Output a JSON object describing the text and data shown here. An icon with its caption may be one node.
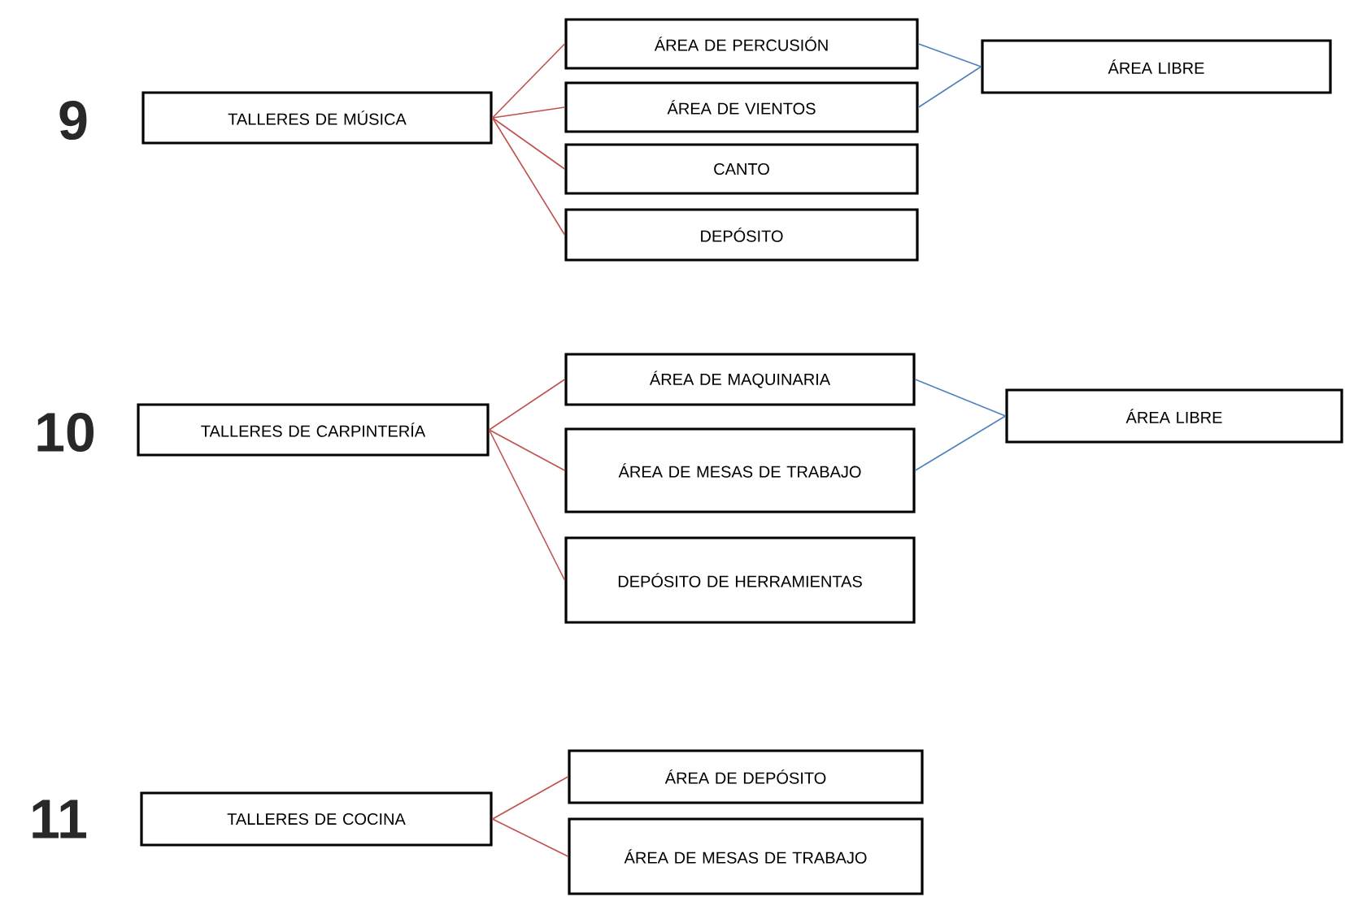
{
  "diagram": {
    "nodes": [
      {
        "text": [
          "TALLERES DE MÚSICA"
        ]
      },
      {
        "text": [
          "ÁREA DE PERCUSIÓN"
        ]
      },
      {
        "text": [
          "ÁREA DE VIENTOS"
        ]
      },
      {
        "text": [
          "CANTO"
        ]
      },
      {
        "text": [
          "DEPÓSITO"
        ]
      },
      {
        "text": [
          "ÁREA LIBRE"
        ]
      },
      {
        "text": [
          "TALLERES DE CARPINTERÍA"
        ]
      },
      {
        "text": [
          "ÁREA DE MAQUINARIA"
        ]
      },
      {
        "text": [
          "ÁREA DE MESAS DE TRABAJO"
        ]
      },
      {
        "text": [
          "DEPÓSITO DE HERRAMIENTAS"
        ]
      },
      {
        "text": [
          "ÁREA LIBRE"
        ]
      },
      {
        "text": [
          "TALLERES DE COCINA"
        ]
      },
      {
        "text": [
          "ÁREA DE DEPÓSITO"
        ]
      },
      {
        "text": [
          "ÁREA DE MESAS DE TRABAJO"
        ]
      }
    ],
    "edges": [
      {
        "from": 0,
        "to": 1,
        "arrow": "none"
      },
      {
        "from": 0,
        "to": 2,
        "arrow": "none"
      },
      {
        "from": 0,
        "to": 3,
        "arrow": "none"
      },
      {
        "from": 0,
        "to": 4,
        "arrow": "none"
      },
      {
        "from": 1,
        "to": 5,
        "arrow": "none",
        "color": "#4f81bd"
      },
      {
        "from": 2,
        "to": 5,
        "arrow": "none",
        "color": "#4f81bd"
      },
      {
        "from": 6,
        "to": 7,
        "arrow": "none"
      },
      {
        "from": 6,
        "to": 8,
        "arrow": "none"
      },
      {
        "from": 6,
        "to": 9,
        "arrow": "none"
      },
      {
        "from": 7,
        "to": 10,
        "arrow": "none",
        "color": "#4f81bd"
      },
      {
        "from": 8,
        "to": 10,
        "arrow": "none",
        "color": "#4f81bd"
      },
      {
        "from": 11,
        "to": 12,
        "arrow": "none"
      },
      {
        "from": 11,
        "to": 13,
        "arrow": "none"
      }
    ],
    "labels": [
      "9",
      "10",
      "11"
    ]
  }
}
